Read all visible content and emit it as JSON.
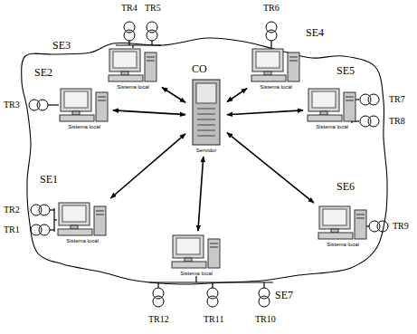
{
  "diagram": {
    "nodes": [
      {
        "text": [
          "SE3",
          "Sistema local"
        ]
      },
      {
        "text": [
          "SE4",
          "Sistema local"
        ]
      },
      {
        "text": [
          "SE2",
          "Sistema local"
        ]
      },
      {
        "text": [
          "CO",
          "Servidor"
        ]
      },
      {
        "text": [
          "SE5",
          "Sistema local"
        ]
      },
      {
        "text": [
          "SE1",
          "Sistema local"
        ]
      },
      {
        "text": [
          "SE6",
          "Sistema local"
        ]
      },
      {
        "text": [
          "SE7",
          "Sistema local"
        ]
      }
    ],
    "edges": [
      {
        "from": 3,
        "to": 0,
        "arrow": "both"
      },
      {
        "from": 3,
        "to": 1,
        "arrow": "both"
      },
      {
        "from": 3,
        "to": 2,
        "arrow": "both"
      },
      {
        "from": 3,
        "to": 4,
        "arrow": "both"
      },
      {
        "from": 3,
        "to": 5,
        "arrow": "both"
      },
      {
        "from": 3,
        "to": 6,
        "arrow": "both"
      },
      {
        "from": 3,
        "to": 7,
        "arrow": "both"
      }
    ],
    "labels": [
      "TR4",
      "TR5",
      "TR6",
      "TR3",
      "TR7",
      "TR8",
      "TR2",
      "TR1",
      "TR9",
      "TR12",
      "TR11",
      "TR10"
    ]
  }
}
